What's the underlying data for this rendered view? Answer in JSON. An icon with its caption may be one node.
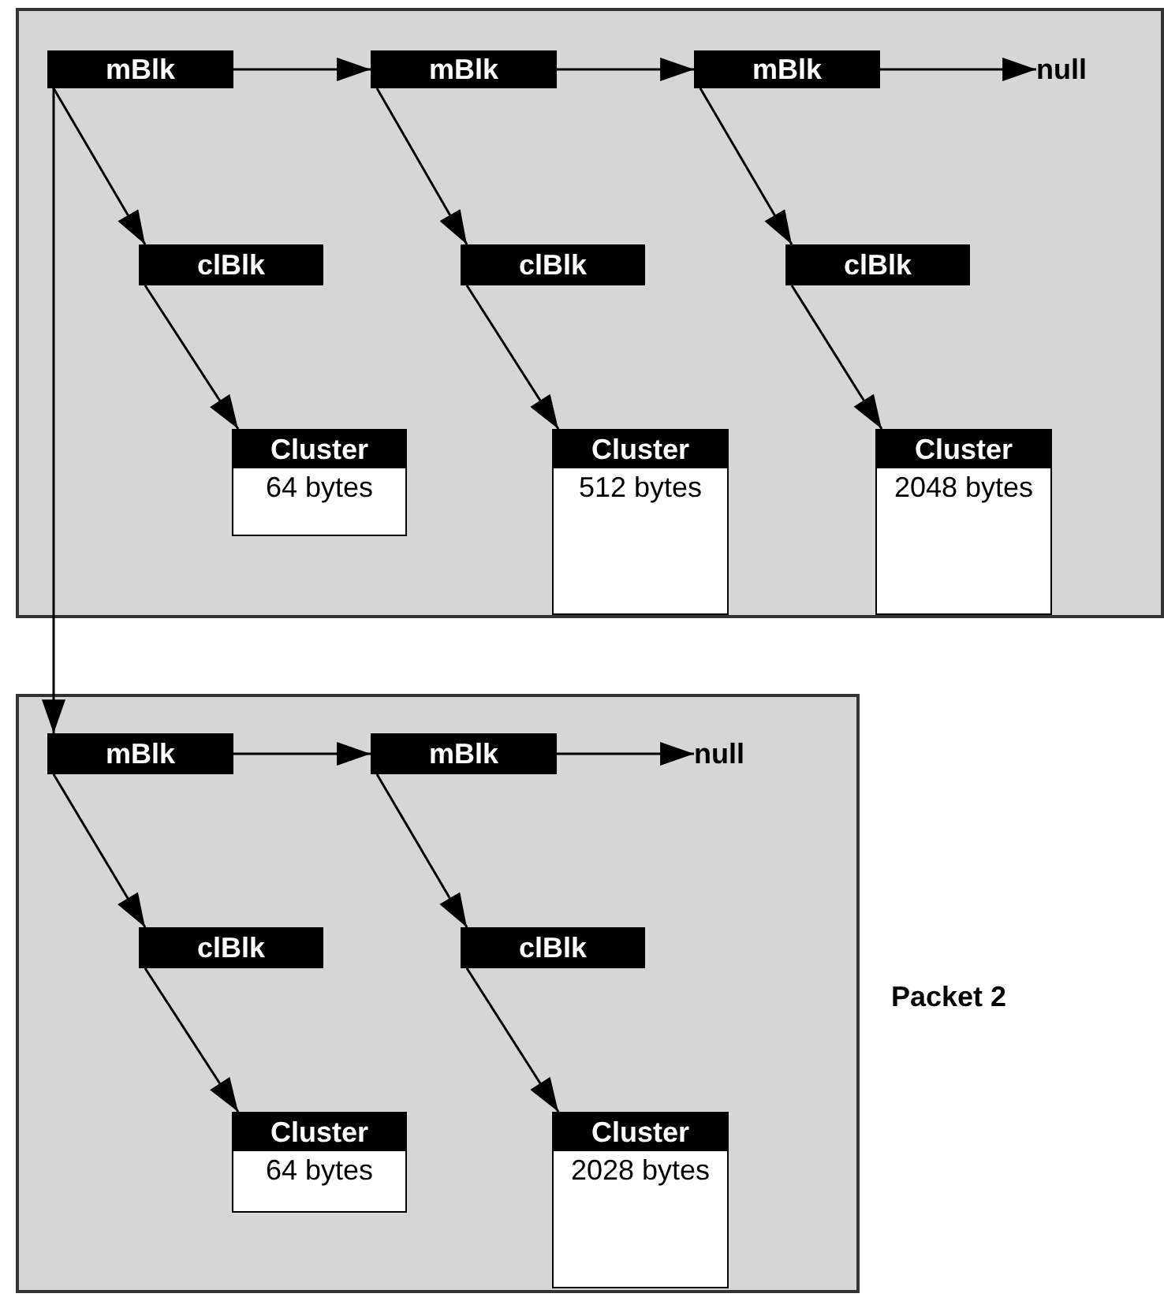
{
  "diagram": {
    "nodes": [
      {
        "text": [],
        "shape": "box"
      },
      {
        "text": [
          "mBlk"
        ],
        "in": 0
      },
      {
        "text": [
          "mBlk"
        ],
        "in": 0
      },
      {
        "text": [
          "mBlk"
        ],
        "in": 0
      },
      {
        "text": [
          "null"
        ],
        "in": 0
      },
      {
        "text": [
          "clBlk"
        ],
        "in": 0
      },
      {
        "text": [
          "clBlk"
        ],
        "in": 0
      },
      {
        "text": [
          "clBlk"
        ],
        "in": 0
      },
      {
        "text": [
          "Cluster",
          "64 bytes"
        ],
        "in": 0
      },
      {
        "text": [
          "Cluster",
          "512 bytes"
        ],
        "in": 0
      },
      {
        "text": [
          "Cluster",
          "2048 bytes"
        ],
        "in": 0
      },
      {
        "text": [],
        "shape": "box",
        "beside": [
          "Packet 2"
        ]
      },
      {
        "text": [
          "mBlk"
        ],
        "in": 11
      },
      {
        "text": [
          "mBlk"
        ],
        "in": 11
      },
      {
        "text": [
          "null"
        ],
        "in": 11
      },
      {
        "text": [
          "clBlk"
        ],
        "in": 11
      },
      {
        "text": [
          "clBlk"
        ],
        "in": 11
      },
      {
        "text": [
          "Cluster",
          "64 bytes"
        ],
        "in": 11
      },
      {
        "text": [
          "Cluster",
          "2028 bytes"
        ],
        "in": 11
      }
    ],
    "edges": [
      {
        "from": 1,
        "to": 2,
        "arrow": "to"
      },
      {
        "from": 2,
        "to": 3,
        "arrow": "to"
      },
      {
        "from": 3,
        "to": 4,
        "arrow": "to"
      },
      {
        "from": 1,
        "to": 5,
        "arrow": "to"
      },
      {
        "from": 5,
        "to": 8,
        "arrow": "to"
      },
      {
        "from": 2,
        "to": 6,
        "arrow": "to"
      },
      {
        "from": 6,
        "to": 9,
        "arrow": "to"
      },
      {
        "from": 3,
        "to": 7,
        "arrow": "to"
      },
      {
        "from": 7,
        "to": 10,
        "arrow": "to"
      },
      {
        "from": 1,
        "to": 12,
        "arrow": "to"
      },
      {
        "from": 12,
        "to": 13,
        "arrow": "to"
      },
      {
        "from": 13,
        "to": 14,
        "arrow": "to"
      },
      {
        "from": 12,
        "to": 15,
        "arrow": "to"
      },
      {
        "from": 15,
        "to": 17,
        "arrow": "to"
      },
      {
        "from": 13,
        "to": 16,
        "arrow": "to"
      },
      {
        "from": 16,
        "to": 18,
        "arrow": "to"
      }
    ]
  }
}
